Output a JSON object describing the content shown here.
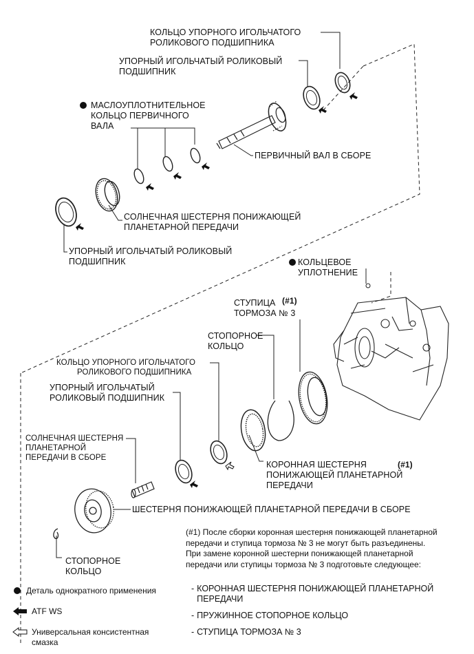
{
  "labels": {
    "thrust_needle_bearing_race_top": [
      "КОЛЬЦО УПОРНОГО ИГОЛЬЧАТОГО",
      "РОЛИКОВОГО ПОДШИПНИКА"
    ],
    "thrust_needle_bearing_top": [
      "УПОРНЫЙ ИГОЛЬЧАТЫЙ РОЛИКОВЫЙ",
      "ПОДШИПНИК"
    ],
    "oil_seal_ring": [
      "МАСЛОУПЛОТНИТЕЛЬНОЕ",
      "КОЛЬЦО ПЕРВИЧНОГО",
      "ВАЛА"
    ],
    "input_shaft": "ПЕРВИЧНЫЙ ВАЛ В СБОРЕ",
    "sun_gear_reduction": [
      "СОЛНЕЧНАЯ ШЕСТЕРНЯ ПОНИЖАЮЩЕЙ",
      "ПЛАНЕТАРНОЙ ПЕРЕДАЧИ"
    ],
    "thrust_needle_bearing_left": [
      "УПОРНЫЙ ИГОЛЬЧАТЫЙ РОЛИКОВЫЙ",
      "ПОДШИПНИК"
    ],
    "o_ring": [
      "КОЛЬЦЕВОЕ",
      "УПЛОТНЕНИЕ"
    ],
    "brake_hub": [
      "СТУПИЦА",
      "ТОРМОЗА № 3"
    ],
    "brake_hub_ref": "(#1)",
    "snap_ring_mid": [
      "СТОПОРНОЕ",
      "КОЛЬЦО"
    ],
    "bearing_race_mid": [
      "КОЛЬЦО УПОРНОГО ИГОЛЬЧАТОГО",
      "РОЛИКОВОГО ПОДШИПНИКА"
    ],
    "needle_bearing_mid": [
      "УПОРНЫЙ ИГОЛЬЧАТЫЙ",
      "РОЛИКОВЫЙ ПОДШИПНИК"
    ],
    "sun_gear_assy": [
      "СОЛНЕЧНАЯ ШЕСТЕРНЯ",
      "ПЛАНЕТАРНОЙ",
      "ПЕРЕДАЧИ В СБОРЕ"
    ],
    "ring_gear": [
      "КОРОННАЯ ШЕСТЕРНЯ",
      "ПОНИЖАЮЩЕЙ ПЛАНЕТАРНОЙ",
      "ПЕРЕДАЧИ"
    ],
    "ring_gear_ref": "(#1)",
    "planetary_gear_assy": "ШЕСТЕРНЯ ПОНИЖАЮЩЕЙ ПЛАНЕТАРНОЙ ПЕРЕДАЧИ В СБОРЕ",
    "snap_ring_bottom": [
      "СТОПОРНОЕ",
      "КОЛЬЦО"
    ]
  },
  "legend": {
    "non_reusable": "Деталь однократного применения",
    "atf": "ATF WS",
    "grease": [
      "Универсальная консистентная",
      "смазка"
    ]
  },
  "note": [
    "(#1) После сборки коронная шестерня понижающей планетарной",
    "передачи и ступица тормоза № 3 не могут быть разъединены.",
    "При замене коронной шестерни понижающей планетарной",
    "передачи или ступицы тормоза № 3 подготовьте следующее:"
  ],
  "replace_list": [
    {
      "dash": "-",
      "text": [
        "КОРОННАЯ ШЕСТЕРНЯ ПОНИЖАЮЩЕЙ ПЛАНЕТАРНОЙ",
        "ПЕРЕДАЧИ"
      ]
    },
    {
      "dash": "-",
      "text": [
        "ПРУЖИННОЕ СТОПОРНОЕ КОЛЬЦО"
      ]
    },
    {
      "dash": "-",
      "text": [
        "СТУПИЦА ТОРМОЗА № 3"
      ]
    }
  ]
}
